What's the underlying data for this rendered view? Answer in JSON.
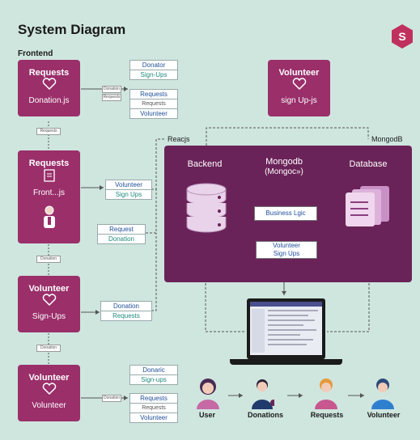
{
  "title": "System Diagram",
  "section_frontend": "Frontend",
  "tiles": [
    {
      "line1": "Requests",
      "line2": "Donation.js"
    },
    {
      "line1": "Requests",
      "line2": "Front...js"
    },
    {
      "line1": "Volunteer",
      "line2": "Sign-Ups"
    },
    {
      "line1": "Volunteer",
      "line2": "Volunteer"
    },
    {
      "line1": "Volunteer",
      "line2": "sign Up-js"
    }
  ],
  "cards": {
    "top": [
      "Donator",
      "Sign-Ups",
      "Requests",
      "Volunteer"
    ],
    "top_sub": "Requests",
    "middle1": [
      "Volunteer",
      "Sign Ups"
    ],
    "middle2": [
      "Request",
      "Donation"
    ],
    "middle3": [
      "Donation",
      "Requests"
    ],
    "bottom": [
      "Donaric",
      "Sign-ups",
      "Requests",
      "Volunteer"
    ],
    "bottom_sub": "Requests"
  },
  "small_labels": [
    "Donation",
    "Requests",
    "Requests",
    "Donation",
    "Donation",
    "Donation"
  ],
  "labels": {
    "reacjs": "Reacjs",
    "mongodb": "MongodB"
  },
  "panel": {
    "backend": "Backend",
    "mongodb_title": "Mongodb",
    "mongodb_sub": "(Mongoc»)",
    "database": "Database",
    "business_logic": "Business Lgic",
    "volunteer_signups": [
      "Volunteer",
      "Sign Ups"
    ]
  },
  "people": [
    {
      "label": "User",
      "color": "#4a2b55"
    },
    {
      "label": "Donations",
      "color": "#1f3a6b"
    },
    {
      "label": "Requests",
      "color": "#e59a3c"
    },
    {
      "label": "Volunteer",
      "color": "#2e4a7a"
    }
  ],
  "colors": {
    "background": "#cfe6df",
    "tile": "#9a2f6a",
    "panel": "#6a2358",
    "accent_blue": "#1f4f9c",
    "accent_teal": "#1f8a7e"
  }
}
